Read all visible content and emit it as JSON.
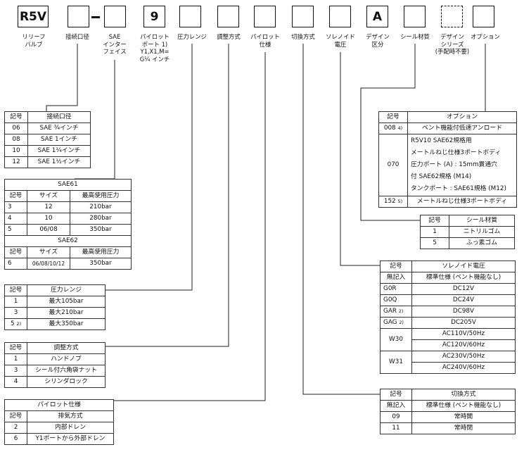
{
  "code": {
    "b1": "R5V",
    "b3": "9",
    "b11": "A",
    "labels": [
      [
        "リリーフ",
        "バルブ"
      ],
      [
        "接続口径"
      ],
      [
        "SAE",
        "インター",
        "フェイス"
      ],
      [
        "パイロット",
        "ポート 1)",
        "Y1,X1,M=",
        "G¼ インチ"
      ],
      [
        "圧力レンジ"
      ],
      [
        "調整方式"
      ],
      [
        "パイロット",
        "仕様"
      ],
      [
        "切換方式"
      ],
      [
        "ソレノイド",
        "電圧"
      ],
      [
        "デザイン",
        "区分"
      ],
      [
        "シール材質"
      ],
      [
        "デザイン",
        "シリーズ",
        "(手配時不要)"
      ],
      [
        "オプション"
      ]
    ]
  },
  "conn": {
    "h": [
      "記号",
      "接続口径"
    ],
    "rows": [
      [
        "06",
        "SAE ¾インチ"
      ],
      [
        "08",
        "SAE 1インチ"
      ],
      [
        "10",
        "SAE 1¼インチ"
      ],
      [
        "12",
        "SAE 1½インチ"
      ]
    ]
  },
  "sae": {
    "t61": "SAE61",
    "t62": "SAE62",
    "h": [
      "記号",
      "サイズ",
      "最高使用圧力"
    ],
    "rows61": [
      [
        "3",
        "12",
        "210bar"
      ],
      [
        "4",
        "10",
        "280bar"
      ],
      [
        "5",
        "06/08",
        "350bar"
      ]
    ],
    "rows62": [
      [
        "6",
        "06/08/10/12",
        "350bar"
      ]
    ]
  },
  "pr": {
    "h": [
      "記号",
      "圧力レンジ"
    ],
    "rows": [
      [
        "1",
        "",
        "最大105bar"
      ],
      [
        "3",
        "",
        "最大210bar"
      ],
      [
        "5",
        "2)",
        "最大350bar"
      ]
    ]
  },
  "adj": {
    "h": [
      "記号",
      "調整方式"
    ],
    "rows": [
      [
        "1",
        "ハンドノブ"
      ],
      [
        "3",
        "シール付六角袋ナット"
      ],
      [
        "4",
        "シリンダロック"
      ]
    ]
  },
  "pil": {
    "t": "パイロット仕様",
    "h": [
      "記号",
      "排気方式"
    ],
    "rows": [
      [
        "2",
        "内部ドレン"
      ],
      [
        "6",
        "Y1ポートから外部ドレン"
      ]
    ]
  },
  "opt": {
    "h": [
      "記号",
      "オプション"
    ],
    "r1": [
      "008",
      "4)",
      "ベント機能付低速アンロード"
    ],
    "r2code": "070",
    "r2lines": [
      "R5V10 SAE62規格用",
      "メートルねじ仕様3ポートボディ",
      "圧力ポート (A) : 15mm貫通穴",
      "付 SAE62規格 (M14)",
      "タンクポート : SAE61規格 (M12)"
    ],
    "r3": [
      "152",
      "5)",
      "メートルねじ仕様3ポートボディ"
    ]
  },
  "seal": {
    "h": [
      "記号",
      "シール材質"
    ],
    "rows": [
      [
        "1",
        "ニトリルゴム"
      ],
      [
        "5",
        "ふっ素ゴム"
      ]
    ]
  },
  "sol": {
    "h": [
      "記号",
      "ソレノイド電圧"
    ],
    "r0": [
      "無記入",
      "標準仕様 (ベント機能なし)"
    ],
    "rows": [
      [
        "G0R",
        "",
        "DC12V"
      ],
      [
        "G0Q",
        "",
        "DC24V"
      ],
      [
        "GAR",
        "2)",
        "DC98V"
      ],
      [
        "GAG",
        "2)",
        "DC205V"
      ]
    ],
    "w30": [
      "W30",
      "AC110V/50Hz",
      "AC120V/60Hz"
    ],
    "w31": [
      "W31",
      "AC230V/50Hz",
      "AC240V/60Hz"
    ]
  },
  "sw": {
    "h": [
      "記号",
      "切換方式"
    ],
    "rows": [
      [
        "無記入",
        "標準仕様 (ベント機能なし)"
      ],
      [
        "09",
        "常時開"
      ],
      [
        "11",
        "常時閉"
      ]
    ]
  }
}
